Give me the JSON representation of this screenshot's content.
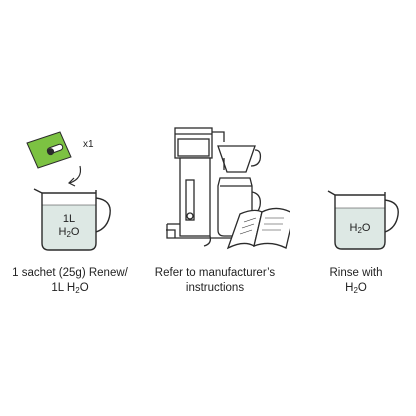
{
  "steps": [
    {
      "multiplier": "x1",
      "jug_line1": "1L",
      "jug_line2_main": "H",
      "jug_line2_sub": "2",
      "jug_line2_end": "O",
      "caption_line1": "1 sachet (25g) Renew/",
      "caption_line2_main": "1L H",
      "caption_line2_sub": "2",
      "caption_line2_end": "O"
    },
    {
      "caption_line1": "Refer to manufacturer’s",
      "caption_line2": "instructions"
    },
    {
      "jug_main": "H",
      "jug_sub": "2",
      "jug_end": "O",
      "caption_line1": "Rinse with",
      "caption_line2_main": "H",
      "caption_line2_sub": "2",
      "caption_line2_end": "O"
    }
  ],
  "colors": {
    "sachet_green": "#7cc242",
    "line": "#2b2b2b",
    "water": "#dde8e4"
  }
}
